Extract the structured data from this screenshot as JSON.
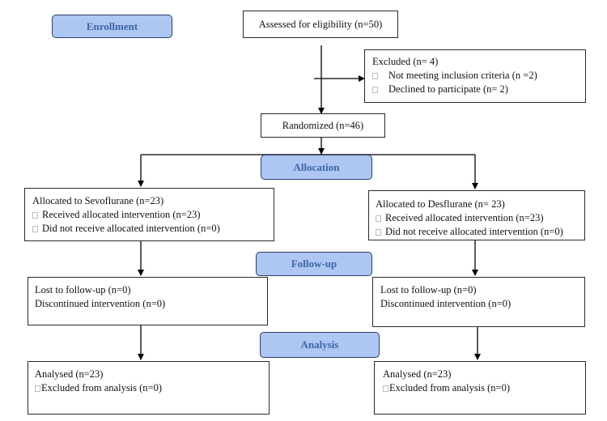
{
  "stages": {
    "enrollment": "Enrollment",
    "allocation": "Allocation",
    "followup": "Follow-up",
    "analysis": "Analysis"
  },
  "assessed": "Assessed for eligibility (n=50)",
  "excluded": {
    "title": "Excluded (n= 4)",
    "items": [
      "Not meeting inclusion criteria (n =2)",
      "Declined to participate (n= 2)"
    ]
  },
  "randomized": "Randomized (n=46)",
  "left": {
    "allocated": {
      "title": "Allocated to Sevoflurane (n=23)",
      "items": [
        "Received allocated intervention  (n=23)",
        "Did not receive allocated intervention  (n=0)"
      ]
    },
    "followup": {
      "lost": "Lost to follow-up (n=0)",
      "discontinued": "Discontinued intervention (n=0)"
    },
    "analysis": {
      "analysed": "Analysed  (n=23)",
      "excluded": "Excluded from analysis (n=0)"
    }
  },
  "right": {
    "allocated": {
      "title": "Allocated to Desflurane (n= 23)",
      "items": [
        "Received allocated intervention (n=23)",
        "Did not receive allocated intervention (n=0)"
      ]
    },
    "followup": {
      "lost": "Lost to follow-up (n=0)",
      "discontinued": "Discontinued intervention (n=0)"
    },
    "analysis": {
      "analysed": "Analysed  (n=23)",
      "excluded": "Excluded from analysis  (n=0)"
    }
  },
  "colors": {
    "stage_fill": "#adc6f2",
    "stage_text": "#3e66a8",
    "stage_border": "#2b3f66",
    "line": "#000000"
  }
}
